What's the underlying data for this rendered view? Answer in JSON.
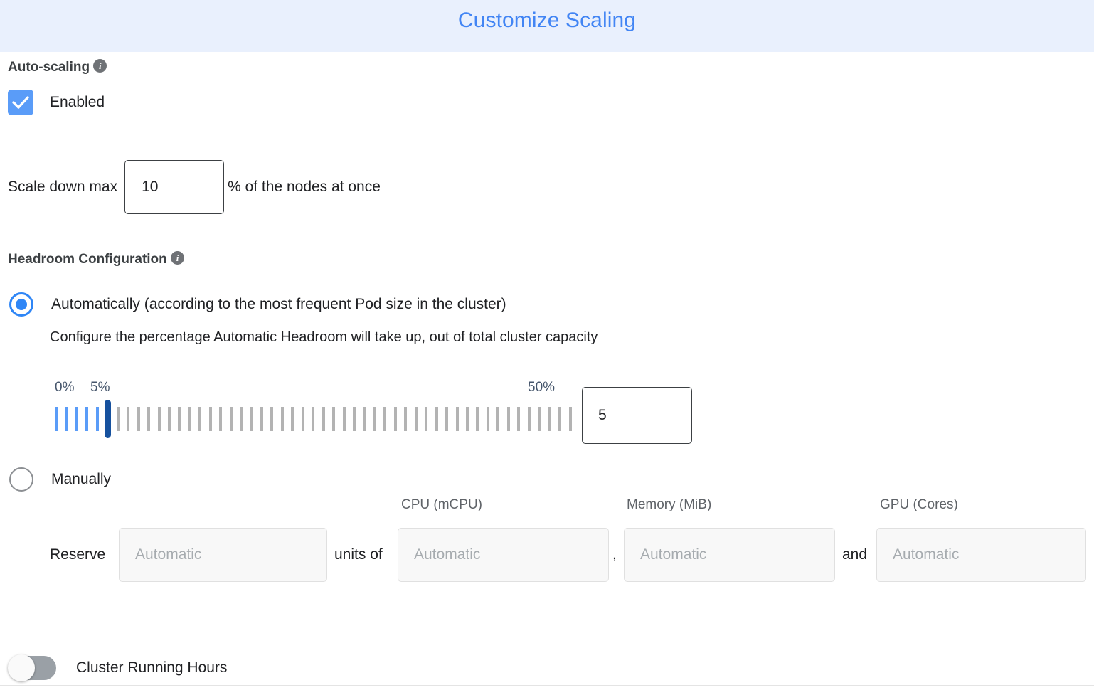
{
  "header": {
    "title": "Customize Scaling",
    "accent_color": "#4285f4",
    "band_color": "#e9f0fd"
  },
  "autoscaling": {
    "section_label": "Auto-scaling",
    "info_icon": "info-icon",
    "checkbox": {
      "label": "Enabled",
      "checked": true,
      "color": "#5a9cf8"
    },
    "scale_down": {
      "prefix": "Scale down max",
      "value": "10",
      "suffix": "% of the nodes at once"
    }
  },
  "headroom": {
    "section_label": "Headroom Configuration",
    "info_icon": "info-icon",
    "options": [
      {
        "id": "automatic",
        "label": "Automatically (according to the most frequent Pod size in the cluster)",
        "selected": true,
        "description": "Configure the percentage Automatic Headroom will take up, out of total cluster capacity"
      },
      {
        "id": "manual",
        "label": "Manually",
        "selected": false
      }
    ],
    "slider": {
      "min_label": "0%",
      "max_label": "50%",
      "current_label": "5%",
      "value": 5,
      "min": 0,
      "max": 50,
      "ticks": 51,
      "value_input": "5",
      "active_color": "#5a9cf8",
      "inactive_color": "#b3b3b3",
      "thumb_color": "#16519e"
    },
    "manual": {
      "row_prefix": "Reserve",
      "units_of": "units of",
      "comma": ",",
      "and": "and",
      "columns": [
        {
          "header": "",
          "placeholder": "Automatic"
        },
        {
          "header": "CPU (mCPU)",
          "placeholder": "Automatic"
        },
        {
          "header": "Memory (MiB)",
          "placeholder": "Automatic"
        },
        {
          "header": "GPU (Cores)",
          "placeholder": "Automatic"
        }
      ]
    }
  },
  "cluster_running_hours": {
    "label": "Cluster Running Hours",
    "enabled": false
  }
}
